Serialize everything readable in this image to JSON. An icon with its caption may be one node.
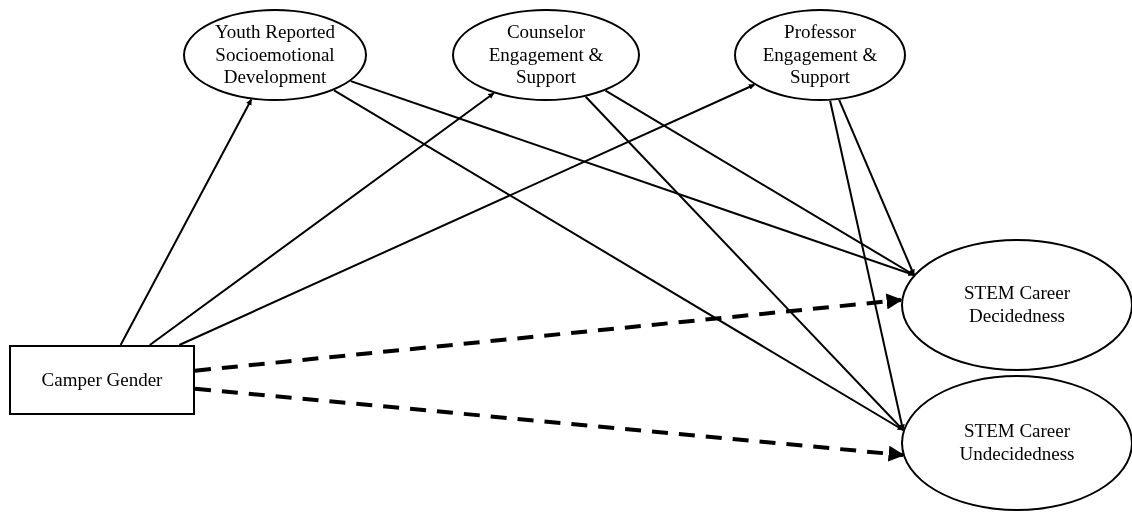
{
  "diagram": {
    "nodes": [
      {
        "text": [
          "Youth Reported Socioemotional Development"
        ]
      },
      {
        "text": [
          "Counselor Engagement & Support"
        ]
      },
      {
        "text": [
          "Professor Engagement & Support"
        ]
      },
      {
        "text": [
          "STEM Career Decidedness"
        ]
      },
      {
        "text": [
          "STEM Career Undecidedness"
        ]
      },
      {
        "text": [
          "Camper Gender"
        ]
      }
    ],
    "edges": [
      {
        "from": 5,
        "to": 0,
        "arrow": "to"
      },
      {
        "from": 5,
        "to": 1,
        "arrow": "to"
      },
      {
        "from": 5,
        "to": 2,
        "arrow": "to"
      },
      {
        "from": 0,
        "to": 3,
        "arrow": "to"
      },
      {
        "from": 0,
        "to": 4,
        "arrow": "to"
      },
      {
        "from": 1,
        "to": 3,
        "arrow": "to"
      },
      {
        "from": 1,
        "to": 4,
        "arrow": "to"
      },
      {
        "from": 2,
        "to": 3,
        "arrow": "to"
      },
      {
        "from": 2,
        "to": 4,
        "arrow": "to"
      },
      {
        "from": 5,
        "to": 3,
        "arrow": "to",
        "style": "dashed"
      },
      {
        "from": 5,
        "to": 4,
        "arrow": "to",
        "style": "dashed"
      }
    ]
  }
}
